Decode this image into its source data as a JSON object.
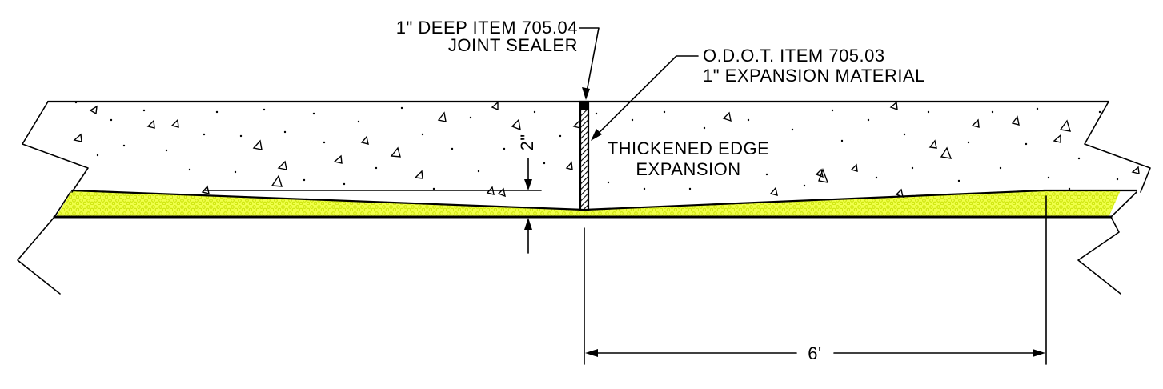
{
  "labels": {
    "sealer_line1": "1\" DEEP ITEM 705.04",
    "sealer_line2": "JOINT SEALER",
    "material_line1": "O.D.O.T. ITEM 705.03",
    "material_line2": "1\" EXPANSION MATERIAL",
    "center_line1": "THICKENED EDGE",
    "center_line2": "EXPANSION",
    "thickness_dim": "2\"",
    "width_dim": "6'"
  },
  "colors": {
    "line": "#000000",
    "concrete": "#ffffff",
    "base_fill": "#f0ff4a",
    "base_pattern": "#c6e000"
  }
}
